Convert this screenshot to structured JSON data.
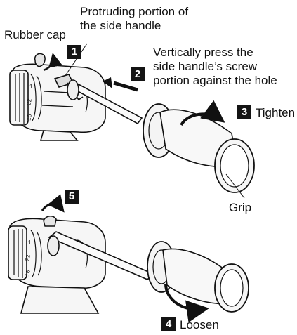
{
  "labels": {
    "rubber_cap": "Rubber cap",
    "protruding_line1": "Protruding portion of",
    "protruding_line2": "the side handle",
    "press_line1": "Vertically press the",
    "press_line2": "side handle’s screw",
    "press_line3": "portion against the hole",
    "tighten": "Tighten",
    "grip": "Grip",
    "loosen": "Loosen"
  },
  "steps": [
    "1",
    "2",
    "3",
    "4",
    "5"
  ],
  "drill_markings": {
    "top_dial": [
      "1",
      "22",
      "16"
    ],
    "bottom_dial": [
      "1",
      "22",
      "16"
    ]
  },
  "colors": {
    "ink": "#111111",
    "badge": "#141414",
    "fill_light": "#f4f4f4",
    "fill_mid": "#d8d8d8"
  },
  "icons": [
    "curved-arrow-icon",
    "straight-arrow-icon",
    "rotation-arrow-icon"
  ]
}
